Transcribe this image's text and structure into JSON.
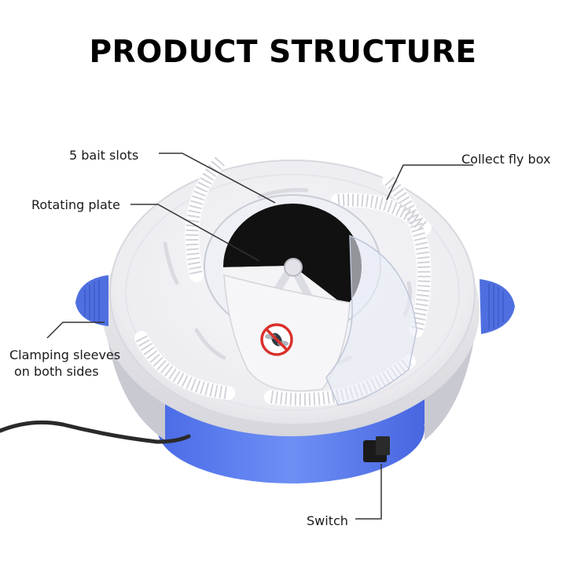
{
  "title": "PRODUCT STRUCTURE",
  "labels": {
    "bait_slots": "5 bait slots",
    "rotating_plate": "Rotating plate",
    "collect_box": "Collect fly box",
    "clamping_line1": "Clamping sleeves",
    "clamping_line2": "on both sides",
    "switch": "Switch"
  },
  "colors": {
    "base_blue": "#5b7ff0",
    "clip_blue": "#4f6fe0",
    "body_white": "#f3f3f6",
    "disc_black": "#111111",
    "no_sign_red": "#d9302c",
    "leader_line": "#333333"
  }
}
